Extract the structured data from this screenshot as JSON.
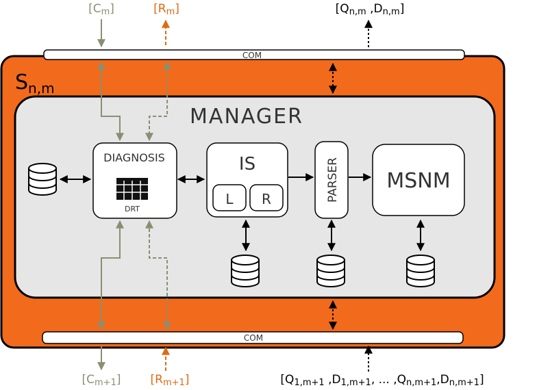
{
  "colors": {
    "orange": "#f26a1b",
    "panel_gray": "#e6e6e6",
    "olive": "#8a8f72",
    "text_orange": "#e06a10",
    "black": "#000000"
  },
  "node": {
    "main": "S",
    "sub": "n,m"
  },
  "manager_title": "MANAGER",
  "com_top": "COM",
  "com_bottom": "COM",
  "diagnosis": {
    "title": "DIAGNOSIS",
    "table_label": "DRT",
    "table_icon": "grid-table-icon"
  },
  "is_block": {
    "title": "IS",
    "left": "L",
    "right": "R"
  },
  "parser": "PARSER",
  "msnm": "MSNM",
  "database_icon": "database-cylinder-icon",
  "top_labels": {
    "c": {
      "open": "[C",
      "sub": "m",
      "close": "]"
    },
    "r": {
      "open": "[R",
      "sub": "m",
      "close": "]"
    },
    "qd": {
      "q": "[Q",
      "q_sub": "n,m",
      "sep": " ,D",
      "d_sub": "n,m",
      "close": "]"
    }
  },
  "bottom_labels": {
    "c": {
      "open": "[C",
      "sub": "m+1",
      "close": "]"
    },
    "r": {
      "open": "[R",
      "sub": "m+1",
      "close": "]"
    },
    "qd": {
      "q1": "[Q",
      "q1_sub": "1,m+1",
      "sep1": " ,D",
      "d1_sub": "1,m+1",
      "ellipsis": ", ... ,",
      "qn": "Q",
      "qn_sub": "n,m+1",
      "sep2": ",D",
      "dn_sub": "n,m+1",
      "close": "]"
    }
  }
}
